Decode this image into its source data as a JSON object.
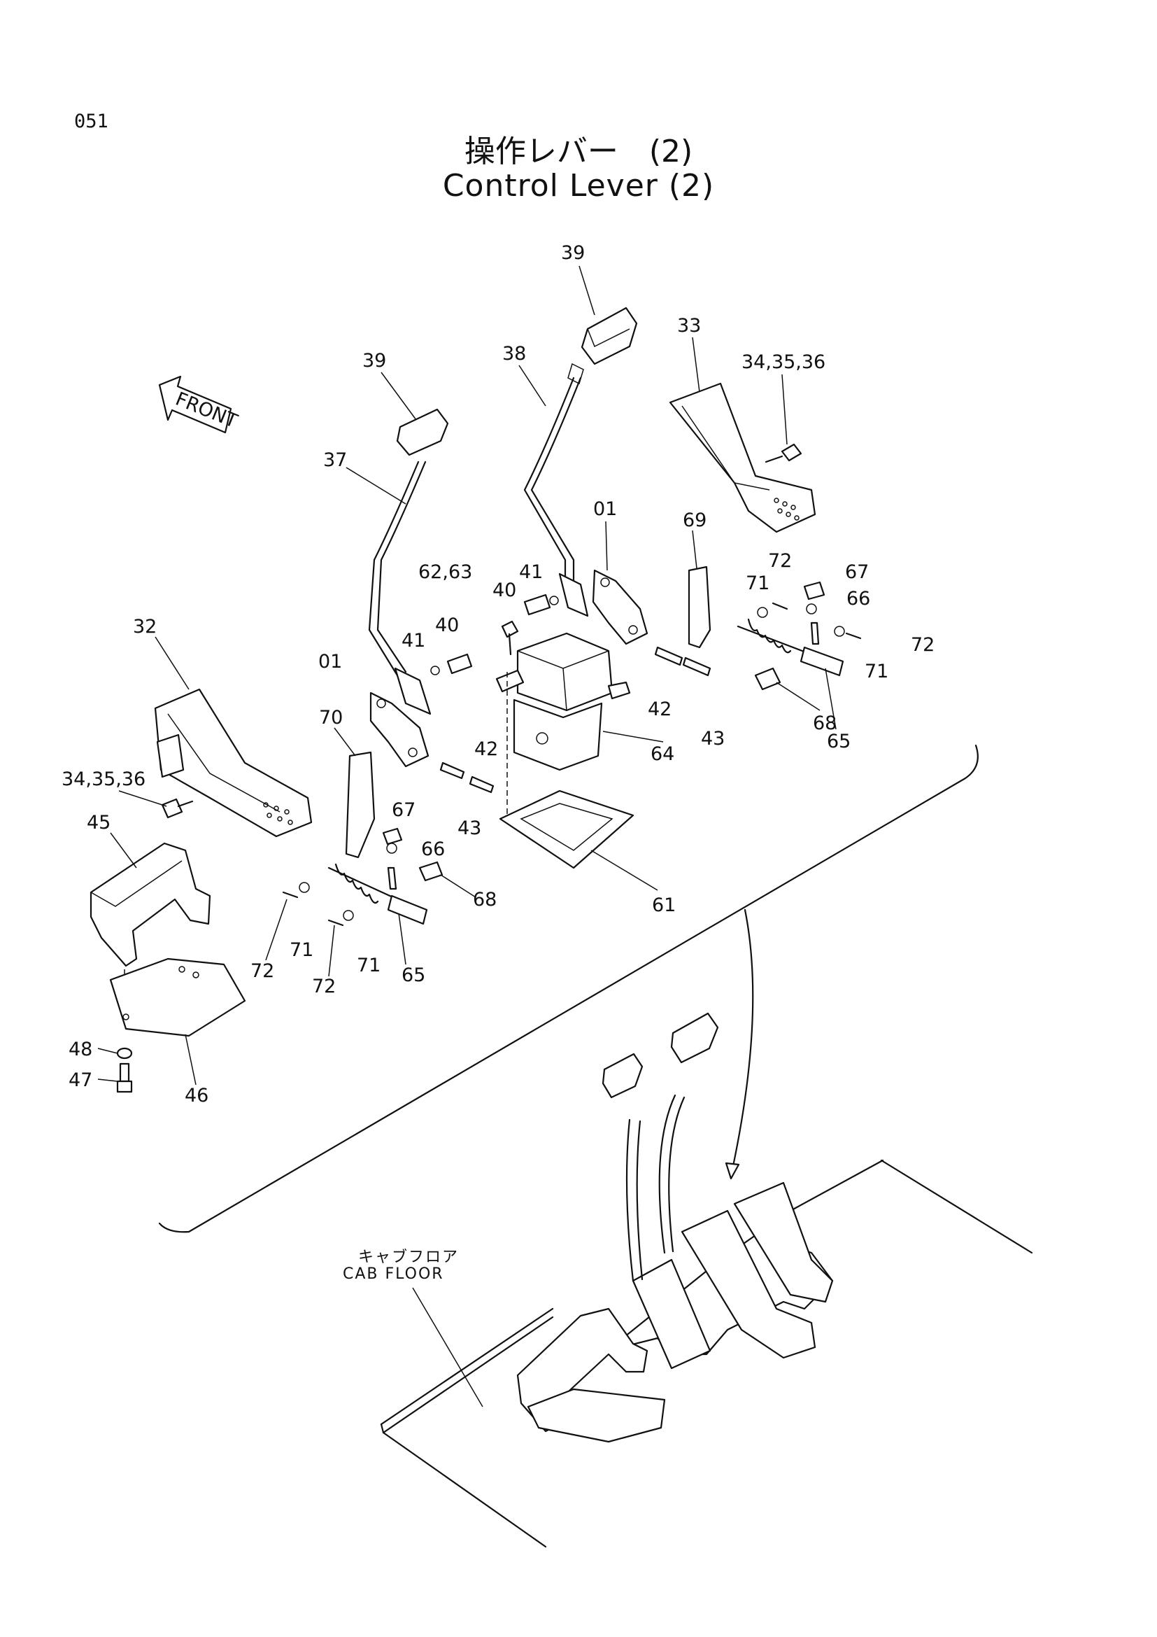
{
  "page_number": "051",
  "title_jp": "操作レバー　(2)",
  "title_en": "Control Lever (2)",
  "front_label": "FRONT",
  "cab_floor_jp": "キャブフロア",
  "cab_floor_en": "CAB FLOOR",
  "callouts": [
    {
      "id": "c39a",
      "text": "39"
    },
    {
      "id": "c38",
      "text": "38"
    },
    {
      "id": "c33",
      "text": "33"
    },
    {
      "id": "c343536a",
      "text": "34,35,36"
    },
    {
      "id": "c39b",
      "text": "39"
    },
    {
      "id": "c37",
      "text": "37"
    },
    {
      "id": "c01a",
      "text": "01"
    },
    {
      "id": "c69",
      "text": "69"
    },
    {
      "id": "c6263",
      "text": "62,63"
    },
    {
      "id": "c41a",
      "text": "41"
    },
    {
      "id": "c40a",
      "text": "40"
    },
    {
      "id": "c72a",
      "text": "72"
    },
    {
      "id": "c71a",
      "text": "71"
    },
    {
      "id": "c67a",
      "text": "67"
    },
    {
      "id": "c66a",
      "text": "66"
    },
    {
      "id": "c72b",
      "text": "72"
    },
    {
      "id": "c71b",
      "text": "71"
    },
    {
      "id": "c32",
      "text": "32"
    },
    {
      "id": "c41b",
      "text": "41"
    },
    {
      "id": "c40b",
      "text": "40"
    },
    {
      "id": "c01b",
      "text": "01"
    },
    {
      "id": "c42a",
      "text": "42"
    },
    {
      "id": "c43a",
      "text": "43"
    },
    {
      "id": "c68a",
      "text": "68"
    },
    {
      "id": "c65a",
      "text": "65"
    },
    {
      "id": "c70",
      "text": "70"
    },
    {
      "id": "c64",
      "text": "64"
    },
    {
      "id": "c42b",
      "text": "42"
    },
    {
      "id": "c343536b",
      "text": "34,35,36"
    },
    {
      "id": "c67b",
      "text": "67"
    },
    {
      "id": "c43b",
      "text": "43"
    },
    {
      "id": "c45",
      "text": "45"
    },
    {
      "id": "c66b",
      "text": "66"
    },
    {
      "id": "c68b",
      "text": "68"
    },
    {
      "id": "c61",
      "text": "61"
    },
    {
      "id": "c71c",
      "text": "71"
    },
    {
      "id": "c72c",
      "text": "72"
    },
    {
      "id": "c71d",
      "text": "71"
    },
    {
      "id": "c65b",
      "text": "65"
    },
    {
      "id": "c72d",
      "text": "72"
    },
    {
      "id": "c48",
      "text": "48"
    },
    {
      "id": "c47",
      "text": "47"
    },
    {
      "id": "c46",
      "text": "46"
    }
  ]
}
